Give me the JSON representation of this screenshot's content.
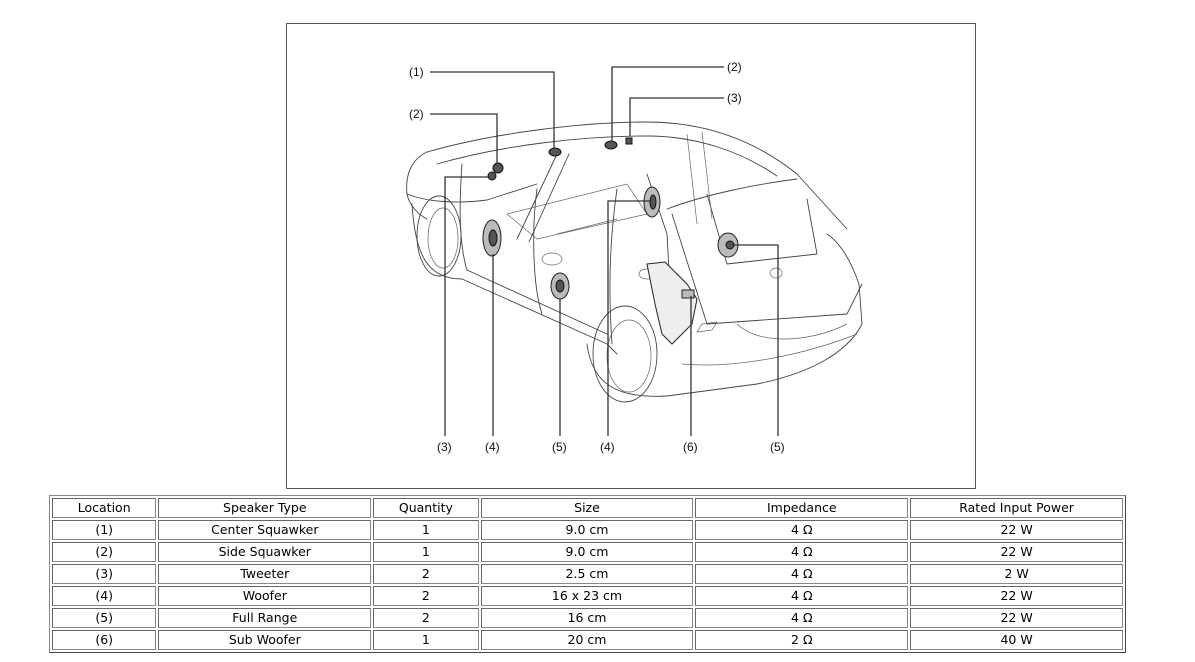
{
  "figure": {
    "callouts_top": [
      {
        "label": "(1)",
        "target": "center squawker"
      },
      {
        "label": "(2)",
        "target": "left side squawker"
      },
      {
        "label": "(2)",
        "target": "right side squawker"
      },
      {
        "label": "(3)",
        "target": "right tweeter"
      }
    ],
    "callouts_bottom": [
      {
        "label": "(3)",
        "target": "left tweeter"
      },
      {
        "label": "(4)",
        "target": "front left woofer"
      },
      {
        "label": "(5)",
        "target": "rear left full range"
      },
      {
        "label": "(4)",
        "target": "front right woofer"
      },
      {
        "label": "(6)",
        "target": "sub woofer"
      },
      {
        "label": "(5)",
        "target": "rear right full range"
      }
    ]
  },
  "table": {
    "headers": [
      "Location",
      "Speaker Type",
      "Quantity",
      "Size",
      "Impedance",
      "Rated Input Power"
    ],
    "rows": [
      [
        "(1)",
        "Center Squawker",
        "1",
        "9.0 cm",
        "4 Ω",
        "22 W"
      ],
      [
        "(2)",
        "Side Squawker",
        "1",
        "9.0 cm",
        "4 Ω",
        "22 W"
      ],
      [
        "(3)",
        "Tweeter",
        "2",
        "2.5 cm",
        "4 Ω",
        "2 W"
      ],
      [
        "(4)",
        "Woofer",
        "2",
        "16 x 23 cm",
        "4 Ω",
        "22 W"
      ],
      [
        "(5)",
        "Full Range",
        "2",
        "16 cm",
        "4 Ω",
        "22 W"
      ],
      [
        "(6)",
        "Sub Woofer",
        "1",
        "20 cm",
        "2 Ω",
        "40 W"
      ]
    ]
  }
}
